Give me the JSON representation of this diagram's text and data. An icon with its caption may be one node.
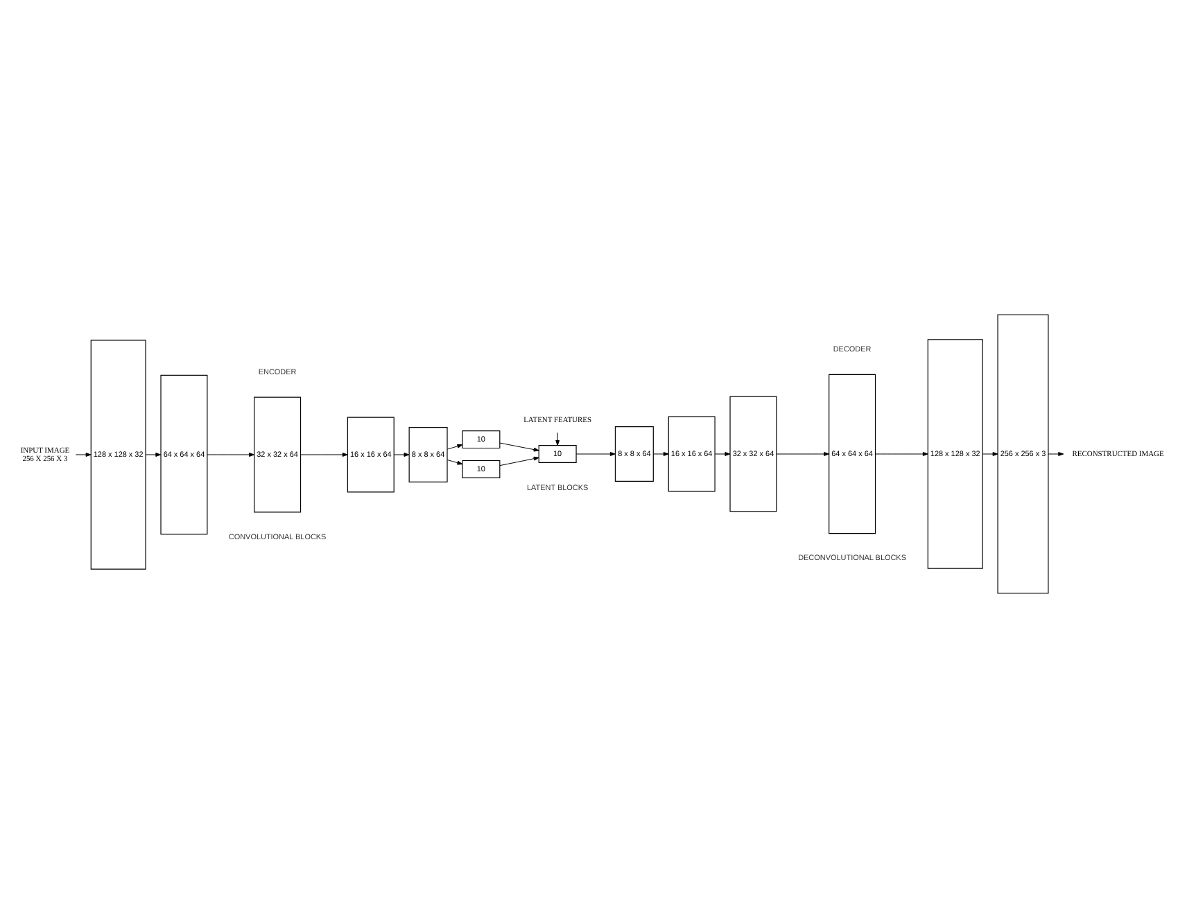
{
  "diagram": {
    "nodes": [
      {
        "text": [
          "INPUT IMAGE",
          "256 X 256 X 3"
        ]
      },
      {
        "text": [
          "128 x 128 x 32"
        ]
      },
      {
        "text": [
          "64 x 64 x 64"
        ]
      },
      {
        "text": [
          "32 x 32 x 64"
        ]
      },
      {
        "text": [
          "16 x 16 x 64"
        ]
      },
      {
        "text": [
          "8 x 8 x 64"
        ]
      },
      {
        "text": [
          "10"
        ]
      },
      {
        "text": [
          "10"
        ]
      },
      {
        "text": [
          "10"
        ]
      },
      {
        "text": [
          "LATENT FEATURES"
        ]
      },
      {
        "text": [
          "8 x 8 x 64"
        ]
      },
      {
        "text": [
          "16 x 16 x 64"
        ]
      },
      {
        "text": [
          "32 x 32 x 64"
        ]
      },
      {
        "text": [
          "64 x 64 x 64"
        ]
      },
      {
        "text": [
          "128 x 128 x 32"
        ]
      },
      {
        "text": [
          "256 x 256 x 3"
        ]
      },
      {
        "text": [
          "RECONSTRUCTED IMAGE"
        ]
      }
    ],
    "edges": [
      {
        "from": 0,
        "to": 1,
        "arrow": "to"
      },
      {
        "from": 1,
        "to": 2,
        "arrow": "to"
      },
      {
        "from": 2,
        "to": 3,
        "arrow": "to"
      },
      {
        "from": 3,
        "to": 4,
        "arrow": "to"
      },
      {
        "from": 4,
        "to": 5,
        "arrow": "to"
      },
      {
        "from": 5,
        "to": 6,
        "arrow": "to"
      },
      {
        "from": 5,
        "to": 7,
        "arrow": "to"
      },
      {
        "from": 6,
        "to": 8,
        "arrow": "to"
      },
      {
        "from": 7,
        "to": 8,
        "arrow": "to"
      },
      {
        "from": 9,
        "to": 8,
        "arrow": "to"
      },
      {
        "from": 8,
        "to": 10,
        "arrow": "to"
      },
      {
        "from": 10,
        "to": 11,
        "arrow": "to"
      },
      {
        "from": 11,
        "to": 12,
        "arrow": "to"
      },
      {
        "from": 12,
        "to": 13,
        "arrow": "to"
      },
      {
        "from": 13,
        "to": 14,
        "arrow": "to"
      },
      {
        "from": 14,
        "to": 15,
        "arrow": "to"
      },
      {
        "from": 15,
        "to": 16,
        "arrow": "to"
      }
    ],
    "labels": [
      "ENCODER",
      "DECODER",
      "CONVOLUTIONAL BLOCKS",
      "LATENT BLOCKS",
      "DECONVOLUTIONAL BLOCKS"
    ]
  }
}
